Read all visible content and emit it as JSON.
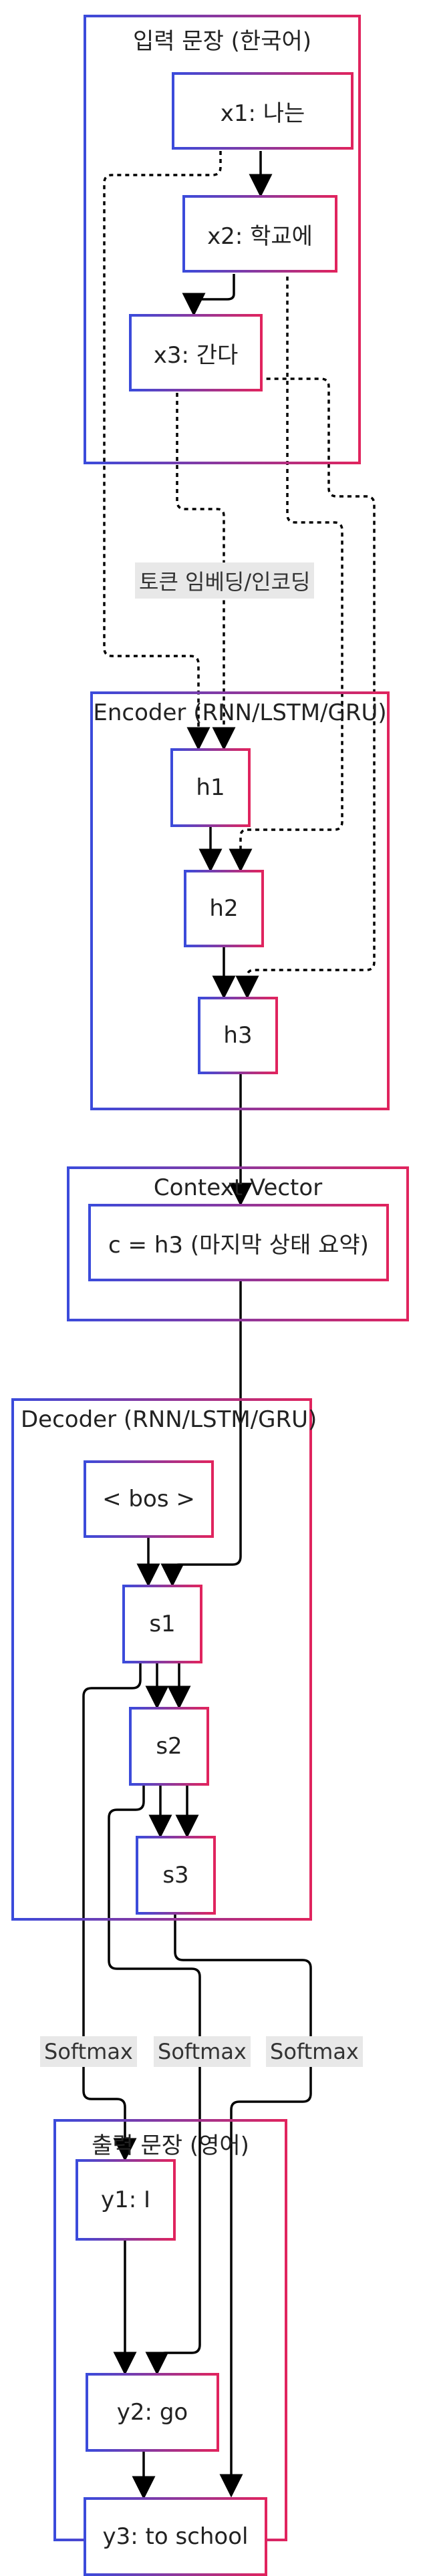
{
  "groups": {
    "input": "입력 문장 (한국어)",
    "encoder": "Encoder (RNN/LSTM/GRU)",
    "context": "Context Vector",
    "decoder": "Decoder (RNN/LSTM/GRU)",
    "output": "출력 문장 (영어)"
  },
  "nodes": {
    "x1": "x1: 나는",
    "x2": "x2: 학교에",
    "x3": "x3: 간다",
    "h1": "h1",
    "h2": "h2",
    "h3": "h3",
    "c": "c = h3 (마지막 상태 요약)",
    "bos": "< bos >",
    "s1": "s1",
    "s2": "s2",
    "s3": "s3",
    "y1": "y1: I",
    "y2": "y2: go",
    "y3": "y3: to school"
  },
  "edge_labels": {
    "embedding": "토큰 임베딩/인코딩",
    "softmax1": "Softmax",
    "softmax2": "Softmax",
    "softmax3": "Softmax"
  },
  "colors": {
    "border_start": "#3b4bdb",
    "border_end": "#e0245e",
    "wire": "#000000",
    "label_bg": "#e8e8e8"
  }
}
